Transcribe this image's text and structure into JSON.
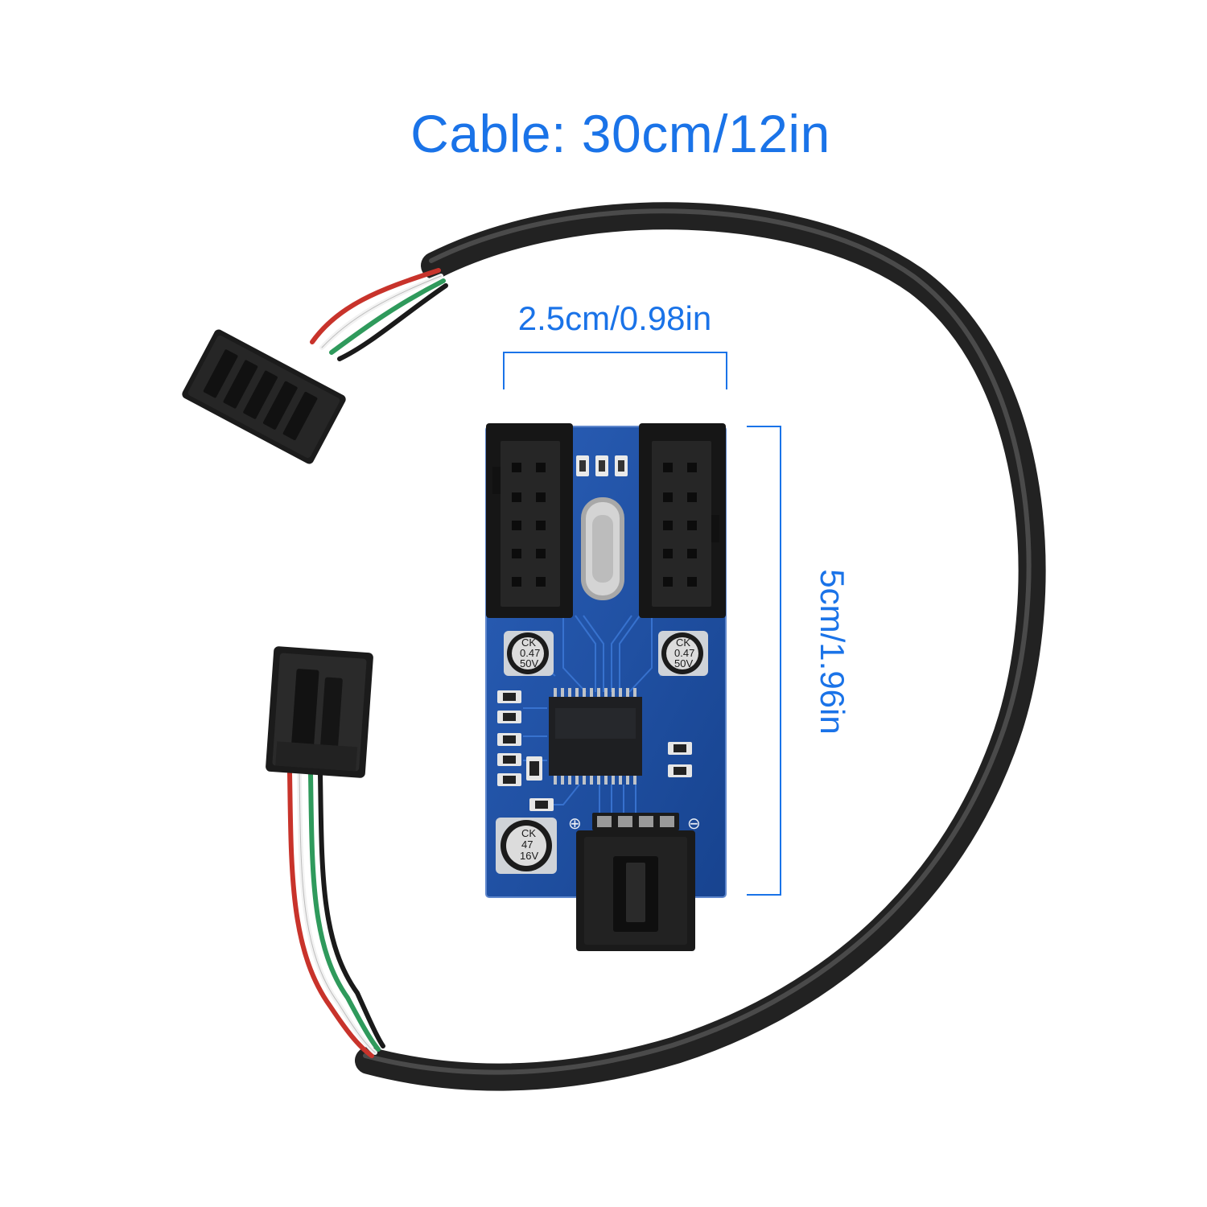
{
  "title": "Cable: 30cm/12in",
  "dimensions": {
    "width_label": "2.5cm/0.98in",
    "height_label": "5cm/1.96in"
  },
  "capacitors": [
    {
      "line1": "CK",
      "line2": "0.47",
      "line3": "50V"
    },
    {
      "line1": "CK",
      "line2": "0.47",
      "line3": "50V"
    },
    {
      "line1": "CK",
      "line2": "47",
      "line3": "16V"
    }
  ],
  "board_marks": {
    "plus": "⊕",
    "minus": "⊖"
  },
  "colors": {
    "annotation": "#1a73e8",
    "pcb": "#1f4fa3",
    "cable": "#2b2b2b",
    "wire_red": "#c8332b",
    "wire_green": "#2f9a5c",
    "wire_white": "#f2f2f2",
    "wire_black": "#1a1a1a"
  }
}
